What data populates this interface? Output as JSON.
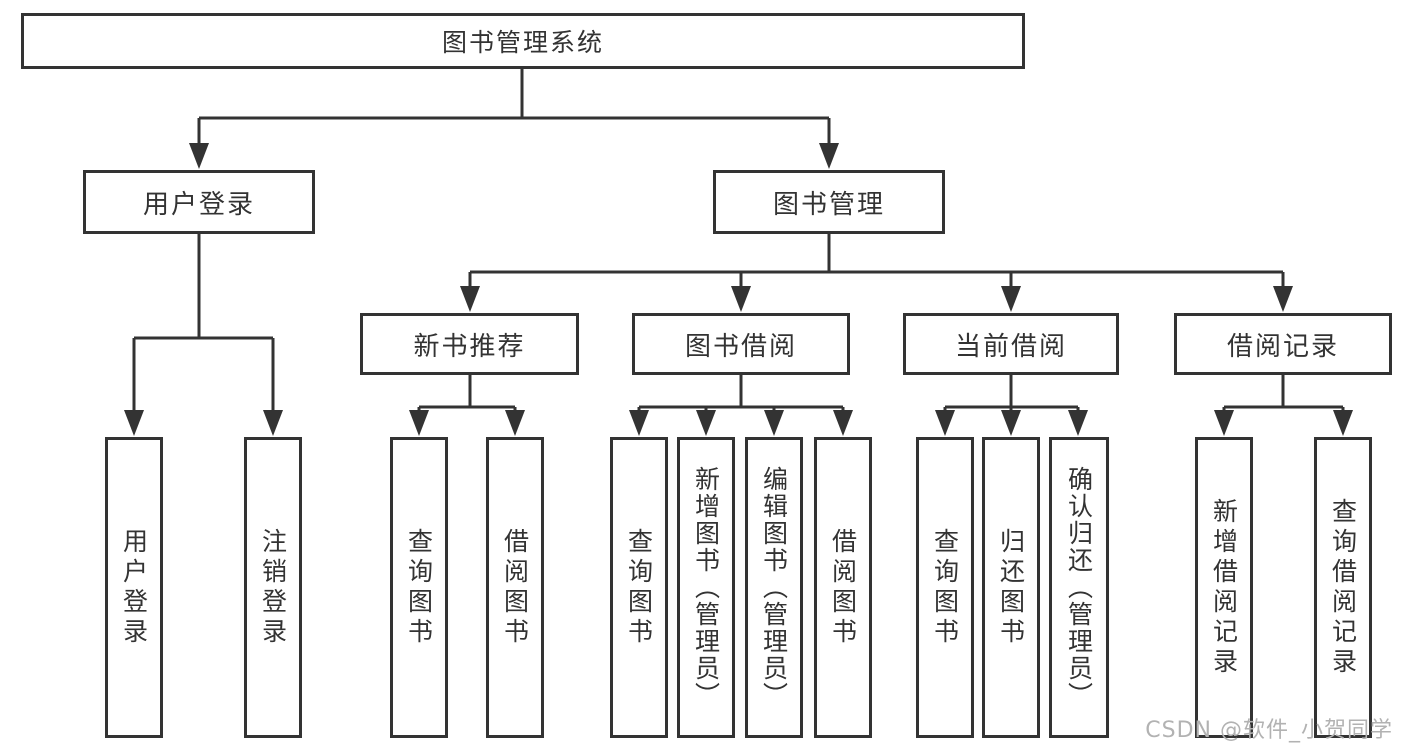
{
  "diagram": {
    "root": {
      "label": "图书管理系统"
    },
    "branches": [
      {
        "label": "用户登录",
        "children": [
          {
            "label": "用户登录"
          },
          {
            "label": "注销登录"
          }
        ]
      },
      {
        "label": "图书管理",
        "children": [
          {
            "label": "新书推荐",
            "children": [
              {
                "label": "查询图书"
              },
              {
                "label": "借阅图书"
              }
            ]
          },
          {
            "label": "图书借阅",
            "children": [
              {
                "label": "查询图书"
              },
              {
                "label": "新增图书（管理员）"
              },
              {
                "label": "编辑图书（管理员）"
              },
              {
                "label": "借阅图书"
              }
            ]
          },
          {
            "label": "当前借阅",
            "children": [
              {
                "label": "查询图书"
              },
              {
                "label": "归还图书"
              },
              {
                "label": "确认归还（管理员）"
              }
            ]
          },
          {
            "label": "借阅记录",
            "children": [
              {
                "label": "新增借阅记录"
              },
              {
                "label": "查询借阅记录"
              }
            ]
          }
        ]
      }
    ],
    "watermark": "CSDN @软件_小贺同学",
    "colors": {
      "line": "#333333",
      "text": "#333333",
      "watermark": "#b2b2b2",
      "background": "#ffffff"
    }
  }
}
